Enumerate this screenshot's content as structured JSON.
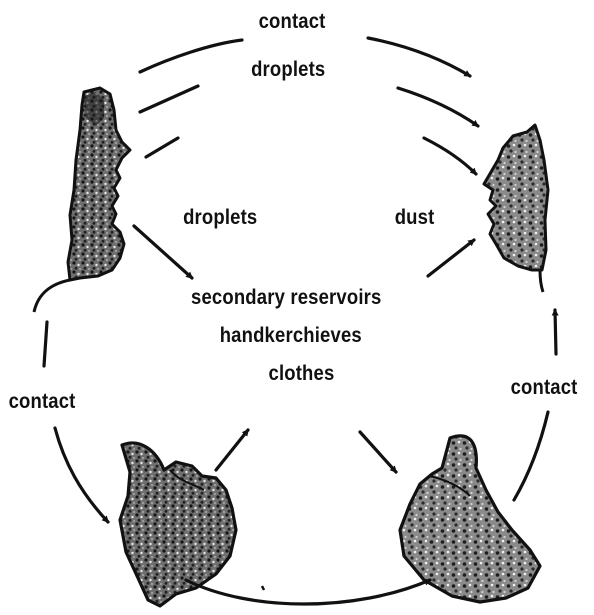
{
  "labels": {
    "top_contact": "contact",
    "top_droplets": "droplets",
    "left_droplets": "droplets",
    "right_dust": "dust",
    "center_line1": "secondary reservoirs",
    "center_line2": "handkerchieves",
    "center_line3": "clothes",
    "left_contact": "contact",
    "right_contact": "contact"
  },
  "colors": {
    "ink": "#111111",
    "stipple": "#2a2a2a",
    "background": "#ffffff"
  },
  "icons": [
    "left-face-profile-icon",
    "right-face-profile-icon",
    "left-hand-icon",
    "right-hand-icon"
  ]
}
